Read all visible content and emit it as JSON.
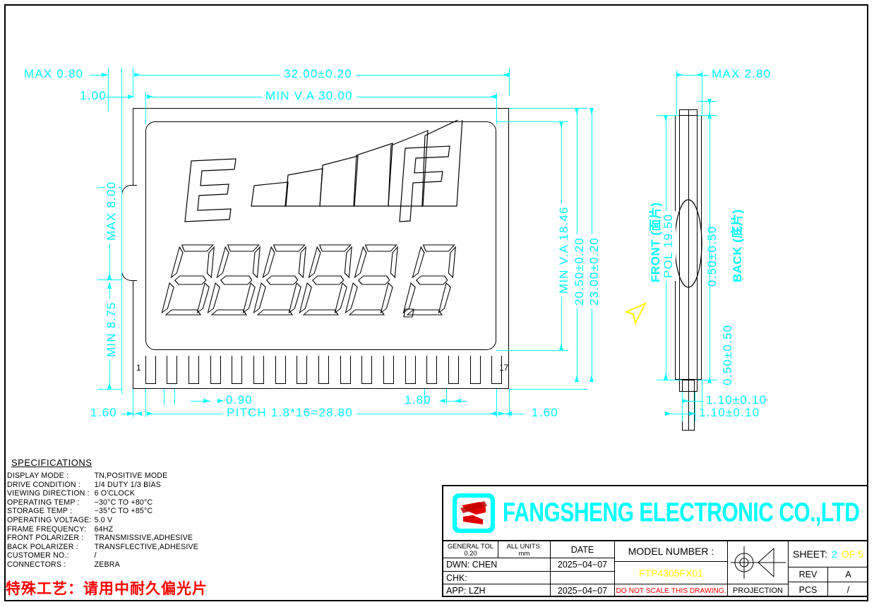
{
  "drawing": {
    "type": "lcd-mechanical-drawing",
    "units": "mm"
  },
  "front_view": {
    "dimensions": {
      "max_080": "MAX  0.80",
      "d_100": "1.00",
      "overall_width": "32.00±0.20",
      "min_va_width": "MIN V.A 30.00",
      "max_800": "MAX  8.00",
      "min_875": "MIN  8.75",
      "min_va_height": "MIN  V.A  18.46",
      "h_2050": "20.50±0.20",
      "h_2300": "23.00±0.20",
      "left_margin": "1.60",
      "right_margin": "1.60",
      "pin_width": "0.90",
      "pin_pitch_single": "1.80",
      "pitch_text": "PITCH  1.8*16=28.80"
    },
    "pins": {
      "first": "1",
      "last": "17",
      "count": 17
    },
    "display_content": {
      "empty_label": "E",
      "full_label": "F",
      "bar_count": 6,
      "digit_count": 6,
      "digits": "88888.8"
    }
  },
  "side_view": {
    "max_thickness": "MAX  2.80",
    "front_pol_label": "FRONT (面片)",
    "back_pol_label": "BACK (底片)",
    "pol_thickness": "POL  19.50",
    "front_glass": "0.50±0.50",
    "back_glass": "0.50±0.50",
    "bottom_dim_1": "1.10±0.10",
    "bottom_dim_2": "1.10±0.10"
  },
  "specifications": {
    "heading": "SPECIFICATIONS",
    "rows": [
      {
        "key": "DISPLAY        MODE :",
        "value": "TN,POSITIVE  MODE"
      },
      {
        "key": "DRIVE   CONDITION :",
        "value": "1/4  DUTY  1/3  BIAS"
      },
      {
        "key": "VIEWING  DIRECTION :",
        "value": "6  O'CLOCK"
      },
      {
        "key": "OPERATING    TEMP :",
        "value": "−30°C  TO  +80°C"
      },
      {
        "key": "STORAGE        TEMP :",
        "value": "−35°C  TO  +85°C"
      },
      {
        "key": "OPERATING VOLTAGE:",
        "value": "5.0  V"
      },
      {
        "key": "FRAME  FREQUENCY:",
        "value": "64HZ"
      },
      {
        "key": "FRONT  POLARIZER  :",
        "value": "TRANSMISSIVE,ADHESIVE"
      },
      {
        "key": "BACK    POLARIZER  :",
        "value": "TRANSFLECTIVE,ADHESIVE"
      },
      {
        "key": "CUSTOMER      NO.:",
        "value": "/"
      },
      {
        "key": "CONNECTORS  :",
        "value": "ZEBRA"
      }
    ]
  },
  "note": {
    "chinese_warning": "特殊工艺：请用中耐久偏光片"
  },
  "title_block": {
    "company_name": "FANGSHENG ELECTRONIC CO.,LTD",
    "general_tol_label": "GENERAL TOL",
    "general_tol_value": "0.20",
    "all_units_label": "ALL UNITS:",
    "all_units_value": "mm",
    "date_header": "DATE",
    "dwn_label": "DWN:   CHEN",
    "dwn_date": "2025−04−07",
    "chk_label": "CHK:",
    "chk_date": "",
    "app_label": "APP:   LZH",
    "app_date": "2025−04−07",
    "model_number_label": "MODEL  NUMBER  :",
    "model_number_value": "FTP4305FX01",
    "do_not_scale": "DO NOT SCALE THIS DRAWING.",
    "projection_label": "PROJECTION",
    "sheet_label": "SHEET:",
    "sheet_number": "2",
    "sheet_of": "OF  5",
    "rev_label": "REV",
    "rev_value": "A",
    "pcs_label": "PCS",
    "pcs_value": "/"
  },
  "colors": {
    "dimension": "#00ffff",
    "highlight": "#ffff00",
    "warning": "#ff0000",
    "outline": "#000000"
  }
}
